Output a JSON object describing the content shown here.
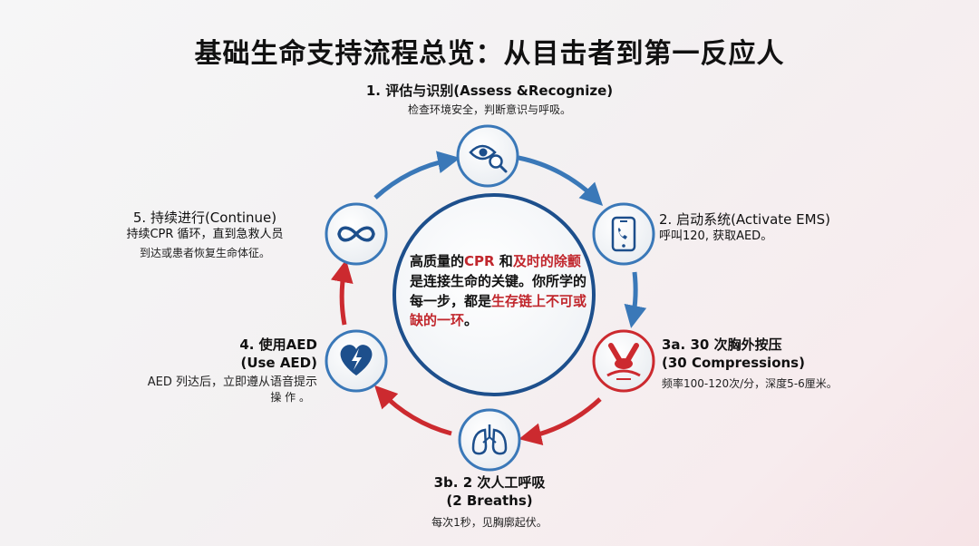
{
  "title": "基础生命支持流程总览：从目击者到第一反应人",
  "colors": {
    "blue": "#3a78b8",
    "red": "#cc2a2f",
    "navy": "#1d4f8c"
  },
  "center": {
    "parts": [
      {
        "text": "高质量的",
        "emphasis": false
      },
      {
        "text": "CPR",
        "emphasis": true
      },
      {
        "text": " 和",
        "emphasis": false
      },
      {
        "text": "及时的除颤",
        "emphasis": true
      },
      {
        "text": "是连接生命的关键。你所学的每一步，都是",
        "emphasis": false
      },
      {
        "text": "生存链上不可或缺的一环",
        "emphasis": true
      },
      {
        "text": "。",
        "emphasis": false
      }
    ]
  },
  "steps": [
    {
      "id": "assess",
      "icon": "eye-search-icon",
      "title": "1. 评估与识别(Assess &Recognize)",
      "desc": "检查环境安全，判断意识与呼吸。"
    },
    {
      "id": "activate",
      "icon": "phone-icon",
      "title": "2. 启动系统(Activate  EMS)",
      "desc": "呼叫120, 获取AED。"
    },
    {
      "id": "compressions",
      "icon": "chest-compression-icon",
      "title_line1": "3a. 30 次胸外按压",
      "title_line2": "(30 Compressions)",
      "desc": "频率100-120次/分，深度5-6厘米。"
    },
    {
      "id": "breaths",
      "icon": "lungs-icon",
      "title_line1": "3b. 2 次人工呼吸",
      "title_line2": "(2 Breaths)",
      "desc": "每次1秒，见胸廓起伏。"
    },
    {
      "id": "aed",
      "icon": "heart-shock-icon",
      "title_line1": "4. 使用AED",
      "title_line2": "(Use AED)",
      "desc_line1": "AED 列达后，立即遵从语音提示",
      "desc_line2": "操 作 。"
    },
    {
      "id": "continue",
      "icon": "infinity-icon",
      "title": "5. 持续进行(Continue)",
      "desc_line1": "持续CPR 循环，直到急救人员",
      "desc_line2": "到达或患者恢复生命体征。"
    }
  ]
}
